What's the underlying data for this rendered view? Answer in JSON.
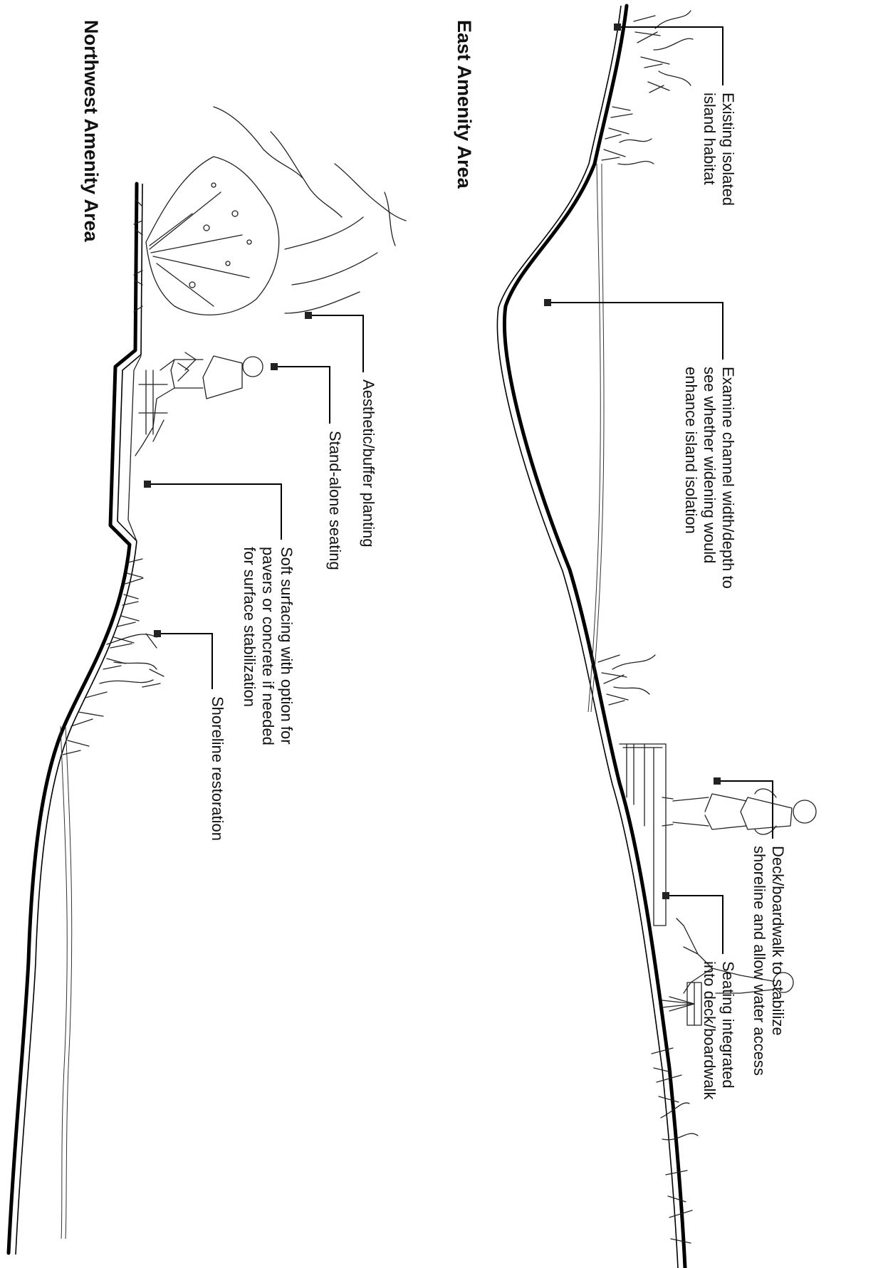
{
  "sections": [
    {
      "title": "East Amenity Area",
      "callouts": [
        {
          "lines": [
            "Existing isolated",
            "island habitat"
          ]
        },
        {
          "lines": [
            "Examine channel width/depth to",
            "see whether widening would",
            "enhance island isolation"
          ]
        },
        {
          "lines": [
            "Deck/boardwalk to stabilize",
            "shoreline and allow water access"
          ]
        },
        {
          "lines": [
            "Seating integrated",
            "into deck/boardwalk"
          ]
        }
      ]
    },
    {
      "title": "Northwest Amenity Area",
      "callouts": [
        {
          "lines": [
            "Aesthetic/buffer planting"
          ]
        },
        {
          "lines": [
            "Stand-alone seating"
          ]
        },
        {
          "lines": [
            "Soft surfacing with option for",
            "pavers or concrete if needed",
            "for surface stabilization"
          ]
        },
        {
          "lines": [
            "Shoreline restoration"
          ]
        }
      ]
    }
  ],
  "colors": {
    "ink": "#000000",
    "background": "#ffffff",
    "marker": "#222222"
  }
}
